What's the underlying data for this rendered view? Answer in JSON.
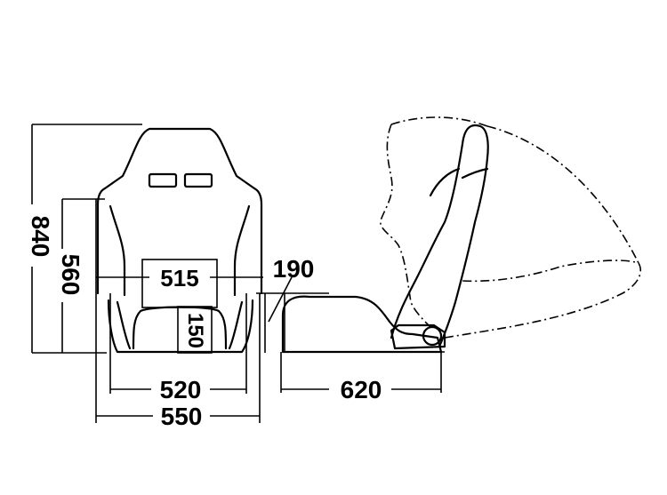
{
  "dimensions": {
    "total_height": "840",
    "back_height": "560",
    "inner_width": "515",
    "cushion_thickness": "150",
    "side_offset": "190",
    "base_width": "520",
    "outer_width": "550",
    "depth": "620"
  },
  "colors": {
    "ink": "#000000",
    "background": "#ffffff"
  }
}
